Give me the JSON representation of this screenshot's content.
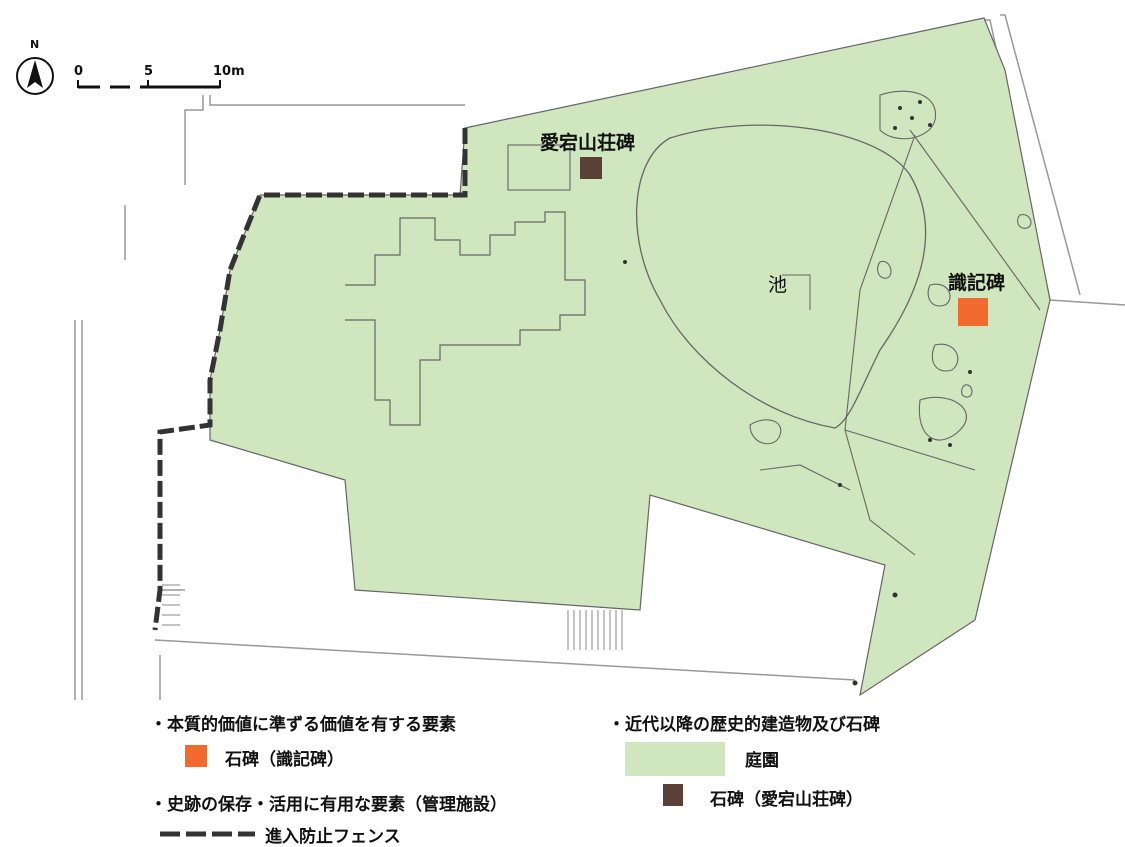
{
  "map": {
    "north_label": "N",
    "scale_labels": [
      "0",
      "5",
      "10m"
    ],
    "labels": {
      "atagoyama_monument": "愛宕山荘碑",
      "pond": "池",
      "commemorative_monument": "識記碑"
    }
  },
  "legend": {
    "group1_title": "・本質的価値に準ずる価値を有する要素",
    "group1_item": "石碑（識記碑）",
    "group2_title": "・史跡の保存・活用に有用な要素（管理施設）",
    "group2_item": "進入防止フェンス",
    "group3_title": "・近代以降の歴史的建造物及び石碑",
    "group3_item1": "庭園",
    "group3_item2": "石碑（愛宕山荘碑）"
  },
  "colors": {
    "garden": "#cfe6bf",
    "monument_orange": "#f26a2e",
    "monument_brown": "#5a4036",
    "fence": "#333333"
  }
}
